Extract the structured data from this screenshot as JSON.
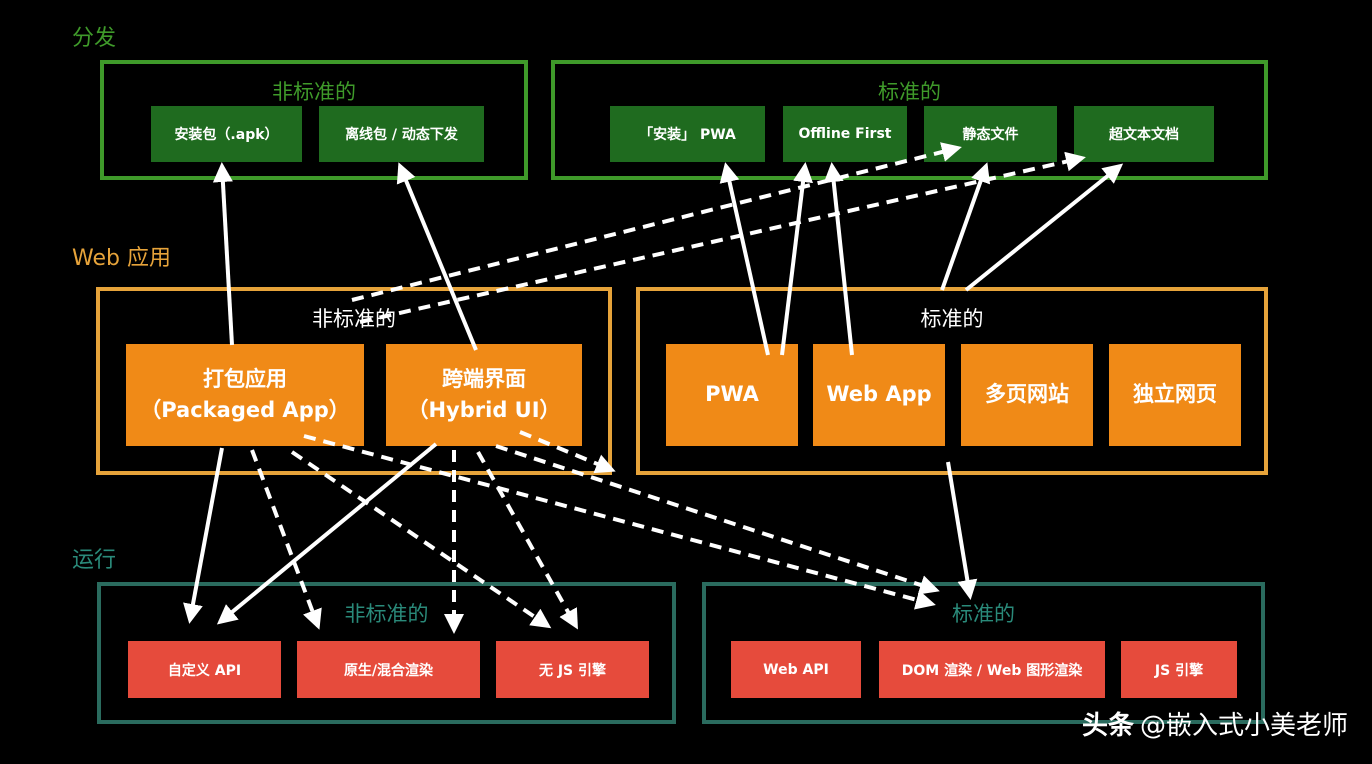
{
  "colors": {
    "distribution": "#3f9a2a",
    "webapp": "#e6a33a",
    "runtime": "#2a6b5e",
    "green_box": "#1f6b1f",
    "orange_box": "#f08a17",
    "red_box": "#e64b3c"
  },
  "sections": {
    "distribution": "分发",
    "webapp": "Web 应用",
    "runtime": "运行"
  },
  "distribution": {
    "nonstandard_title": "非标准的",
    "standard_title": "标准的",
    "nonstandard_items": [
      "安装包（.apk）",
      "离线包 / 动态下发"
    ],
    "standard_items": [
      "「安装」 PWA",
      "Offline First",
      "静态文件",
      "超文本文档"
    ]
  },
  "webapp": {
    "nonstandard_title": "非标准的",
    "standard_title": "标准的",
    "packaged": {
      "line1": "打包应用",
      "line2": "（Packaged App）"
    },
    "hybrid": {
      "line1": "跨端界面",
      "line2": "（Hybrid UI）"
    },
    "standard_items": [
      "PWA",
      "Web App",
      "多页网站",
      "独立网页"
    ]
  },
  "runtime": {
    "nonstandard_title": "非标准的",
    "standard_title": "标准的",
    "nonstandard_items": [
      "自定义 API",
      "原生/混合渲染",
      "无 JS 引擎"
    ],
    "standard_items": [
      "Web API",
      "DOM 渲染 / Web 图形渲染",
      "JS 引擎"
    ]
  },
  "watermark": {
    "brand": "头条",
    "author": "@嵌入式小美老师"
  }
}
